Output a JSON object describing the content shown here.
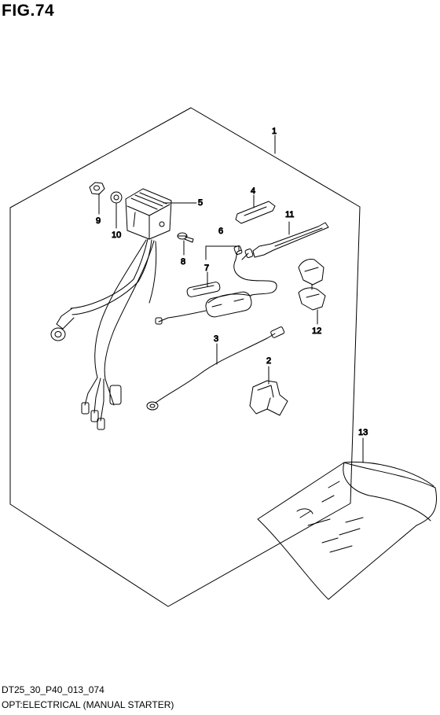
{
  "figure": {
    "title": "FIG.74"
  },
  "callouts": {
    "c1": "1",
    "c2": "2",
    "c3": "3",
    "c4": "4",
    "c5": "5",
    "c6": "6",
    "c7": "7",
    "c8": "8",
    "c9": "9",
    "c10": "10",
    "c11": "11",
    "c12": "12",
    "c13": "13"
  },
  "footer": {
    "code": "DT25_30_P40_013_074",
    "description": "OPT:ELECTRICAL (MANUAL STARTER)"
  }
}
